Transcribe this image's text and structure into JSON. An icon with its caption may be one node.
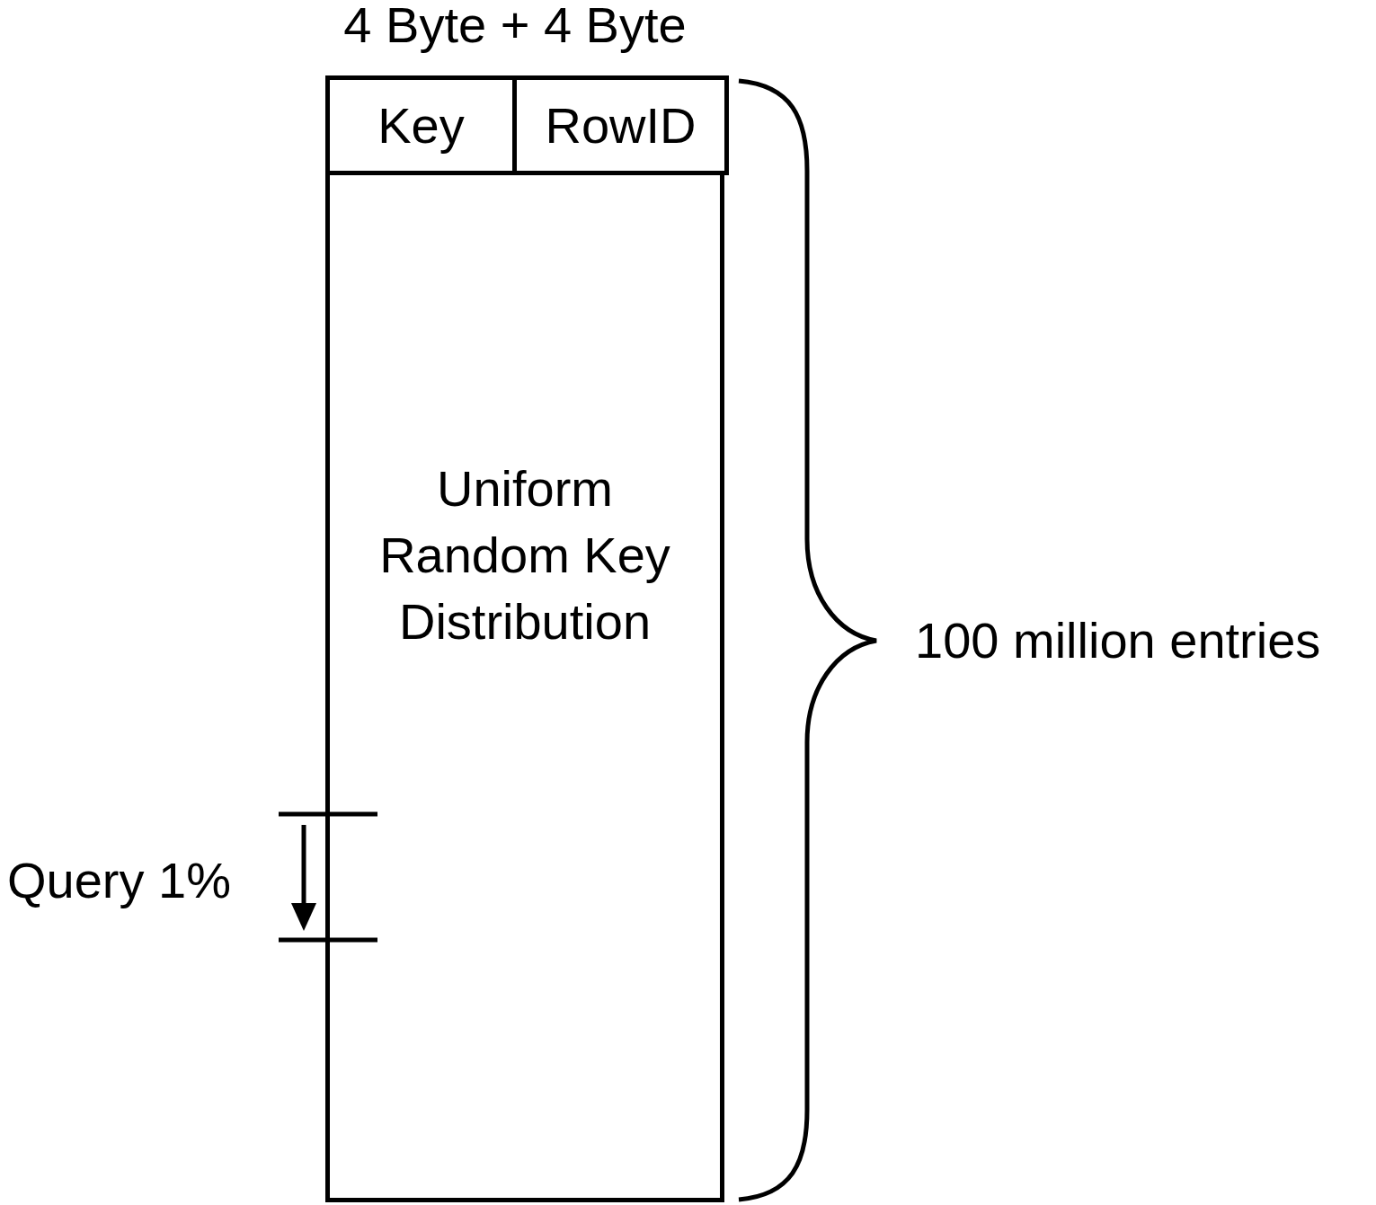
{
  "diagram": {
    "nodes": [
      {
        "text": [
          "Uniform Random Key Distribution"
        ]
      },
      {
        "text": [
          "Key"
        ],
        "in": 0
      },
      {
        "text": [
          "RowID"
        ],
        "in": 0
      }
    ],
    "labels": [
      "4 Byte + 4 Byte",
      "100 million entries",
      "Query 1%"
    ]
  }
}
